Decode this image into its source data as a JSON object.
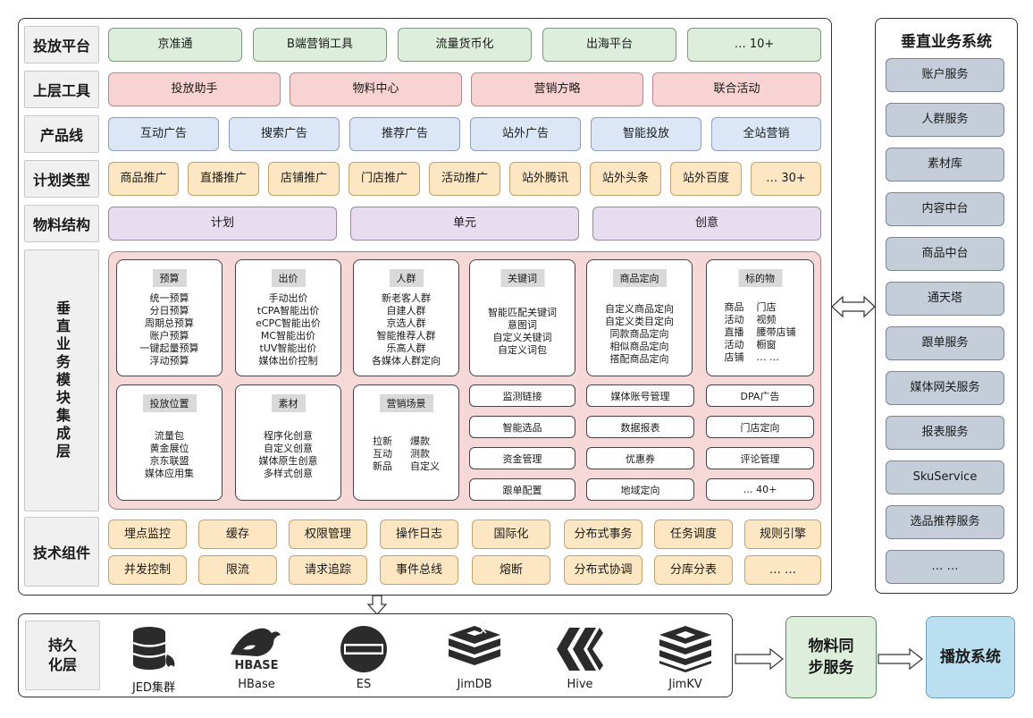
{
  "rows": {
    "platform": {
      "label": "投放平台",
      "items": [
        "京准通",
        "B端营销工具",
        "流量货币化",
        "出海平台",
        "… 10+"
      ]
    },
    "tools": {
      "label": "上层工具",
      "items": [
        "投放助手",
        "物料中心",
        "营销方略",
        "联合活动"
      ]
    },
    "product": {
      "label": "产品线",
      "items": [
        "互动广告",
        "搜索广告",
        "推荐广告",
        "站外广告",
        "智能投放",
        "全站营销"
      ]
    },
    "plan": {
      "label": "计划类型",
      "items": [
        "商品推广",
        "直播推广",
        "店铺推广",
        "门店推广",
        "活动推广",
        "站外腾讯",
        "站外头条",
        "站外百度",
        "… 30+"
      ]
    },
    "material": {
      "label": "物料结构",
      "items": [
        "计划",
        "单元",
        "创意"
      ]
    }
  },
  "vertical_label": "垂直业务模块集成层",
  "modules": {
    "budget": {
      "title": "预算",
      "lines": [
        "统一预算",
        "分日预算",
        "周期总预算",
        "账户预算",
        "一键起量预算",
        "浮动预算"
      ]
    },
    "bid": {
      "title": "出价",
      "lines": [
        "手动出价",
        "tCPA智能出价",
        "eCPC智能出价",
        "MC智能出价",
        "tUV智能出价",
        "媒体出价控制"
      ]
    },
    "crowd": {
      "title": "人群",
      "lines": [
        "新老客人群",
        "自建人群",
        "京选人群",
        "智能推荐人群",
        "乐高人群",
        "各媒体人群定向"
      ]
    },
    "keyword": {
      "title": "关键词",
      "lines": [
        "智能匹配关键词",
        "意图词",
        "自定义关键词",
        "自定义词包"
      ]
    },
    "goods": {
      "title": "商品定向",
      "lines": [
        "自定义商品定向",
        "自定义类目定向",
        "同款商品定向",
        "相似商品定向",
        "搭配商品定向"
      ]
    },
    "target": {
      "title": "标的物",
      "pairs": [
        [
          "商品",
          "门店"
        ],
        [
          "活动",
          "视频"
        ],
        [
          "直播",
          "腰带店铺"
        ],
        [
          "活动",
          "橱窗"
        ],
        [
          "店铺",
          "… …"
        ]
      ]
    },
    "position": {
      "title": "投放位置",
      "lines": [
        "流量包",
        "黄金展位",
        "京东联盟",
        "媒体应用集"
      ]
    },
    "creative": {
      "title": "素材",
      "lines": [
        "程序化创意",
        "自定义创意",
        "媒体原生创意",
        "多样式创意"
      ]
    },
    "scene": {
      "title": "营销场景",
      "pairs": [
        [
          "拉新",
          "爆款"
        ],
        [
          "互动",
          "测款"
        ],
        [
          "新品",
          "自定义"
        ]
      ]
    },
    "small": [
      "监测链接",
      "媒体账号管理",
      "DPA广告",
      "智能选品",
      "数据报表",
      "门店定向",
      "资金管理",
      "优惠券",
      "评论管理",
      "跟单配置",
      "地域定向",
      "… 40+"
    ]
  },
  "tech": {
    "label": "技术组件",
    "items": [
      "埋点监控",
      "缓存",
      "权限管理",
      "操作日志",
      "国际化",
      "分布式事务",
      "任务调度",
      "规则引擎",
      "并发控制",
      "限流",
      "请求追踪",
      "事件总线",
      "熔断",
      "分布式协调",
      "分库分表",
      "… …"
    ]
  },
  "right": {
    "title": "垂直业务系统",
    "items": [
      "账户服务",
      "人群服务",
      "素材库",
      "内容中台",
      "商品中台",
      "通天塔",
      "跟单服务",
      "媒体网关服务",
      "报表服务",
      "SkuService",
      "选品推荐服务",
      "… …"
    ]
  },
  "persistence": {
    "label": "持久化层",
    "items": [
      {
        "name": "JED集群",
        "icon": "database-icon"
      },
      {
        "name": "HBase",
        "icon": "hbase-icon",
        "logo_text": "HBASE"
      },
      {
        "name": "ES",
        "icon": "elasticsearch-icon"
      },
      {
        "name": "JimDB",
        "icon": "redis-icon"
      },
      {
        "name": "Hive",
        "icon": "hive-icon"
      },
      {
        "name": "JimKV",
        "icon": "stack-icon"
      }
    ]
  },
  "sync": "物料同步服务",
  "play": "播放系统",
  "colors": {
    "green": "#ddeedd",
    "red": "#f7d3d3",
    "blue": "#dbe7f7",
    "orange": "#fde6c2",
    "purple": "#e8dcef",
    "grey": "#c5ced8",
    "light_blue": "#b9dff0",
    "pink_bg": "#f7d8d8"
  }
}
